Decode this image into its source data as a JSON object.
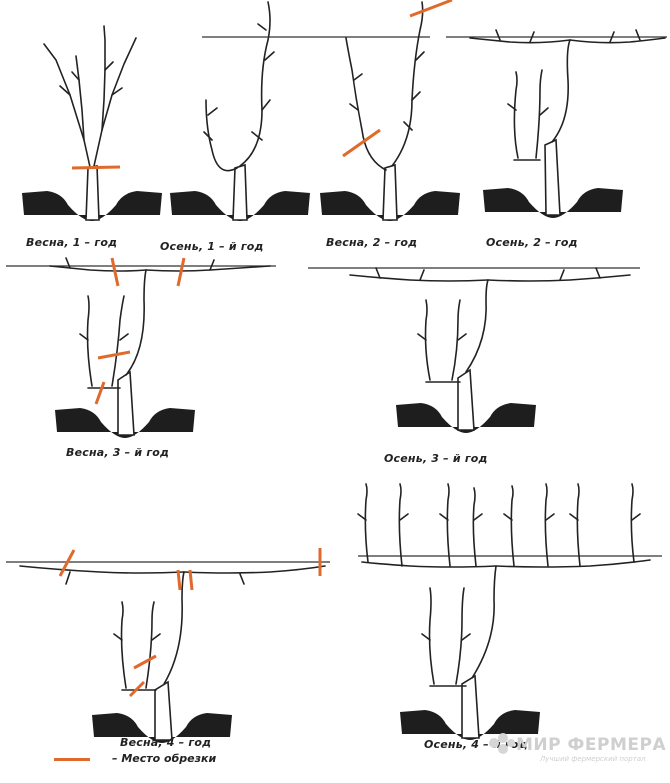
{
  "colors": {
    "cut": "#e06a2c",
    "ink": "#222222",
    "soil": "#1e1e1e",
    "watermark": "#cfcfcf"
  },
  "panels": [
    {
      "id": "spring-1",
      "caption": "Весна, 1 – год"
    },
    {
      "id": "autumn-1",
      "caption": "Осень, 1 – й год"
    },
    {
      "id": "spring-2",
      "caption": "Весна, 2 – год"
    },
    {
      "id": "autumn-2",
      "caption": "Осень, 2 – год"
    },
    {
      "id": "spring-3",
      "caption": "Весна, 3 – й год"
    },
    {
      "id": "autumn-3",
      "caption": "Осень, 3 – й год"
    },
    {
      "id": "spring-4",
      "caption": "Весна, 4 – год"
    },
    {
      "id": "autumn-4",
      "caption": "Осень, 4 – й год"
    }
  ],
  "legend": {
    "label": "– Место обрезки"
  },
  "watermark": {
    "title": "МИР ФЕРМЕРА",
    "subtitle": "Лучший фермерский портал"
  }
}
